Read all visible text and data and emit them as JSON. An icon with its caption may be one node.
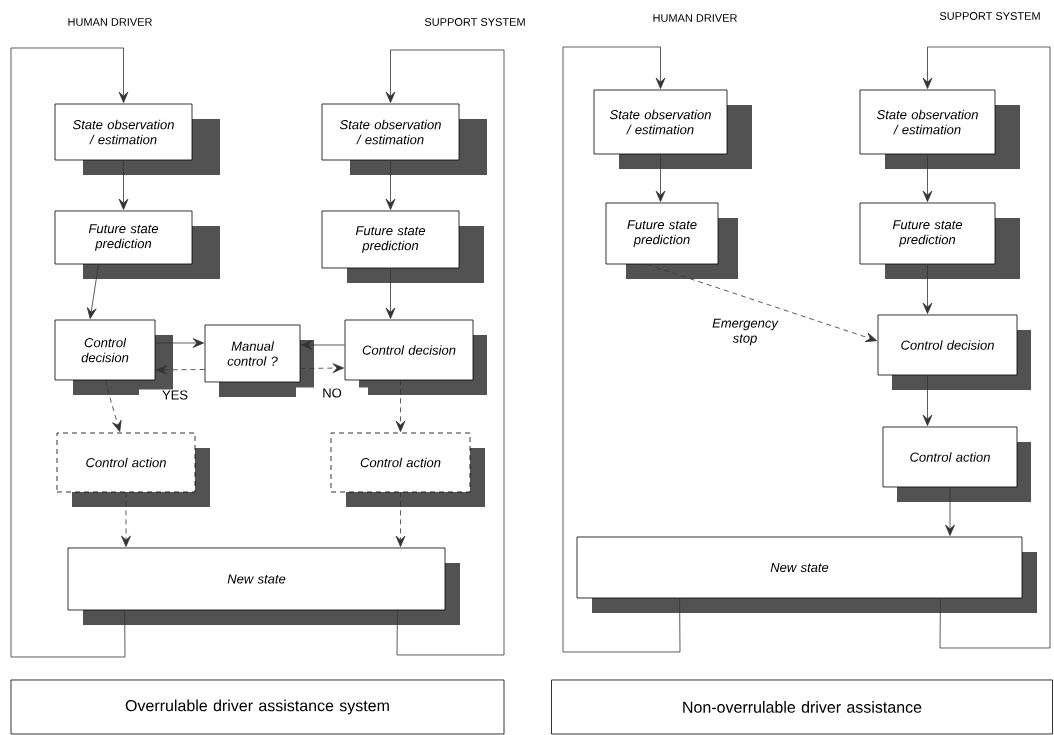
{
  "diagram": {
    "nodes": [
      {
        "text": [
          "State observation / estimation"
        ]
      },
      {
        "text": [
          "State observation / estimation"
        ]
      },
      {
        "text": [
          "Future state prediction"
        ]
      },
      {
        "text": [
          "Future state prediction"
        ]
      },
      {
        "text": [
          "Control decision"
        ]
      },
      {
        "text": [
          "Manual control ?"
        ]
      },
      {
        "text": [
          "Control decision"
        ]
      },
      {
        "text": [
          "Control action"
        ]
      },
      {
        "text": [
          "Control action"
        ]
      },
      {
        "text": [
          "New state"
        ]
      },
      {
        "text": [
          "State observation / estimation"
        ]
      },
      {
        "text": [
          "State observation / estimation"
        ]
      },
      {
        "text": [
          "Future state prediction"
        ]
      },
      {
        "text": [
          "Future state prediction"
        ]
      },
      {
        "text": [
          "Control decision"
        ]
      },
      {
        "text": [
          "Control action"
        ]
      },
      {
        "text": [
          "New state"
        ]
      },
      {
        "text": [
          "Overrulable driver assistance system"
        ]
      },
      {
        "text": [
          "Non-overrulable driver assistance"
        ]
      }
    ],
    "edges": [
      {
        "from": 0,
        "to": 2,
        "arrow": "to"
      },
      {
        "from": 1,
        "to": 3,
        "arrow": "to"
      },
      {
        "from": 2,
        "to": 4,
        "arrow": "to"
      },
      {
        "from": 3,
        "to": 6,
        "arrow": "to"
      },
      {
        "from": 4,
        "to": 5,
        "arrow": "to"
      },
      {
        "from": 6,
        "to": 5,
        "arrow": "to"
      },
      {
        "from": 5,
        "to": 4,
        "arrow": "to",
        "style": "dashed",
        "label": "YES"
      },
      {
        "from": 5,
        "to": 6,
        "arrow": "to",
        "style": "dashed",
        "label": "NO"
      },
      {
        "from": 4,
        "to": 7,
        "arrow": "to",
        "style": "dashed"
      },
      {
        "from": 6,
        "to": 8,
        "arrow": "to",
        "style": "dashed"
      },
      {
        "from": 7,
        "to": 9,
        "arrow": "to",
        "style": "dashed"
      },
      {
        "from": 8,
        "to": 9,
        "arrow": "to",
        "style": "dashed"
      },
      {
        "from": 9,
        "to": 0,
        "arrow": "to"
      },
      {
        "from": 9,
        "to": 1,
        "arrow": "to"
      },
      {
        "from": 10,
        "to": 12,
        "arrow": "to"
      },
      {
        "from": 11,
        "to": 13,
        "arrow": "to"
      },
      {
        "from": 12,
        "to": 14,
        "arrow": "to",
        "style": "dashed",
        "label": "Emergency stop"
      },
      {
        "from": 13,
        "to": 14,
        "arrow": "to"
      },
      {
        "from": 14,
        "to": 15,
        "arrow": "to"
      },
      {
        "from": 15,
        "to": 16,
        "arrow": "to"
      },
      {
        "from": 16,
        "to": 10,
        "arrow": "to"
      },
      {
        "from": 16,
        "to": 11,
        "arrow": "to"
      }
    ],
    "labels": [
      "HUMAN DRIVER",
      "SUPPORT SYSTEM",
      "HUMAN DRIVER",
      "SUPPORT SYSTEM"
    ]
  }
}
